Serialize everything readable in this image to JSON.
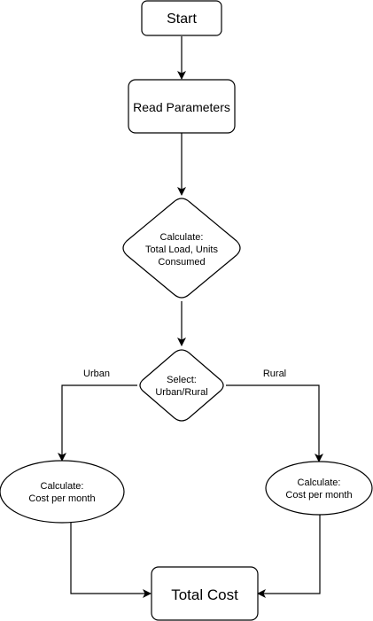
{
  "diagram": {
    "nodes": {
      "start": {
        "label": "Start"
      },
      "read_parameters": {
        "label": "Read Parameters"
      },
      "calculate_load": {
        "lines": [
          "Calculate:",
          "Total Load, Units",
          "Consumed"
        ]
      },
      "select_area": {
        "lines": [
          "Select:",
          "Urban/Rural"
        ]
      },
      "calc_urban": {
        "lines": [
          "Calculate:",
          "Cost per month"
        ]
      },
      "calc_rural": {
        "lines": [
          "Calculate:",
          "Cost per month"
        ]
      },
      "total_cost": {
        "label": "Total Cost"
      }
    },
    "edge_labels": {
      "urban": "Urban",
      "rural": "Rural"
    }
  }
}
